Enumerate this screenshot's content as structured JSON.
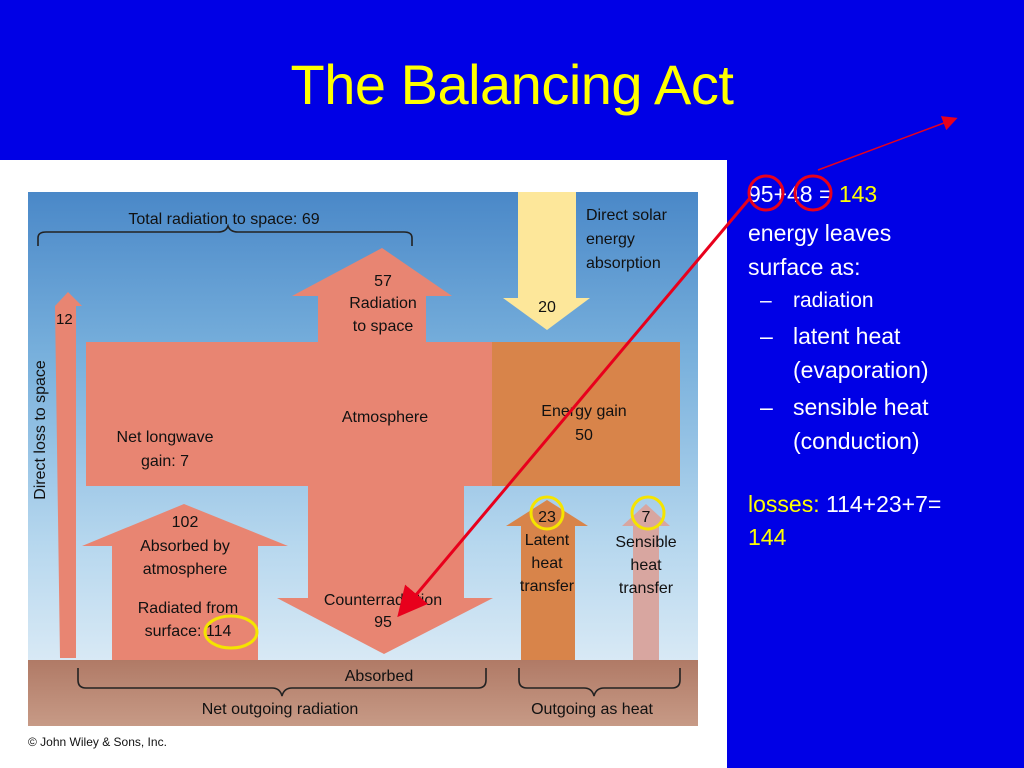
{
  "slide": {
    "title": "The Balancing Act"
  },
  "diagram": {
    "total_radiation": "Total radiation to space: 69",
    "direct_solar": [
      "Direct solar",
      "energy",
      "absorption"
    ],
    "direct_loss": "Direct loss to space",
    "val_12": "12",
    "radiation_to_space": [
      "57",
      "Radiation",
      "to space"
    ],
    "val_20": "20",
    "atmosphere": "Atmosphere",
    "energy_gain": [
      "Energy gain",
      "50"
    ],
    "net_longwave": [
      "Net longwave",
      "gain: 7"
    ],
    "absorbed_by_atm": [
      "102",
      "Absorbed by",
      "atmosphere"
    ],
    "radiated_from": [
      "Radiated from",
      "surface: 114"
    ],
    "counterradiation": [
      "Counterradiation",
      "95"
    ],
    "latent": [
      "23",
      "Latent",
      "heat",
      "transfer"
    ],
    "sensible": [
      "7",
      "Sensible",
      "heat",
      "transfer"
    ],
    "absorbed": "Absorbed",
    "net_outgoing": "Net outgoing radiation",
    "outgoing_heat": "Outgoing as heat",
    "copyright": "© John Wiley & Sons, Inc."
  },
  "notes": {
    "equation_prefix": "95+48 = ",
    "equation_result": "143",
    "line1": "energy leaves",
    "line2": "surface as:",
    "bullets": [
      {
        "text": "radiation"
      },
      {
        "text": "latent heat",
        "sub": "(evaporation)"
      },
      {
        "text": "sensible heat",
        "sub": "(conduction)"
      }
    ],
    "losses_label": "losses:",
    "losses_expr": " 114+23+7=",
    "losses_total": "144"
  },
  "colors": {
    "background": "#0000e6",
    "title": "#ffff00",
    "annotation_red": "#e8001c",
    "annotation_yellow": "#f5e400"
  }
}
